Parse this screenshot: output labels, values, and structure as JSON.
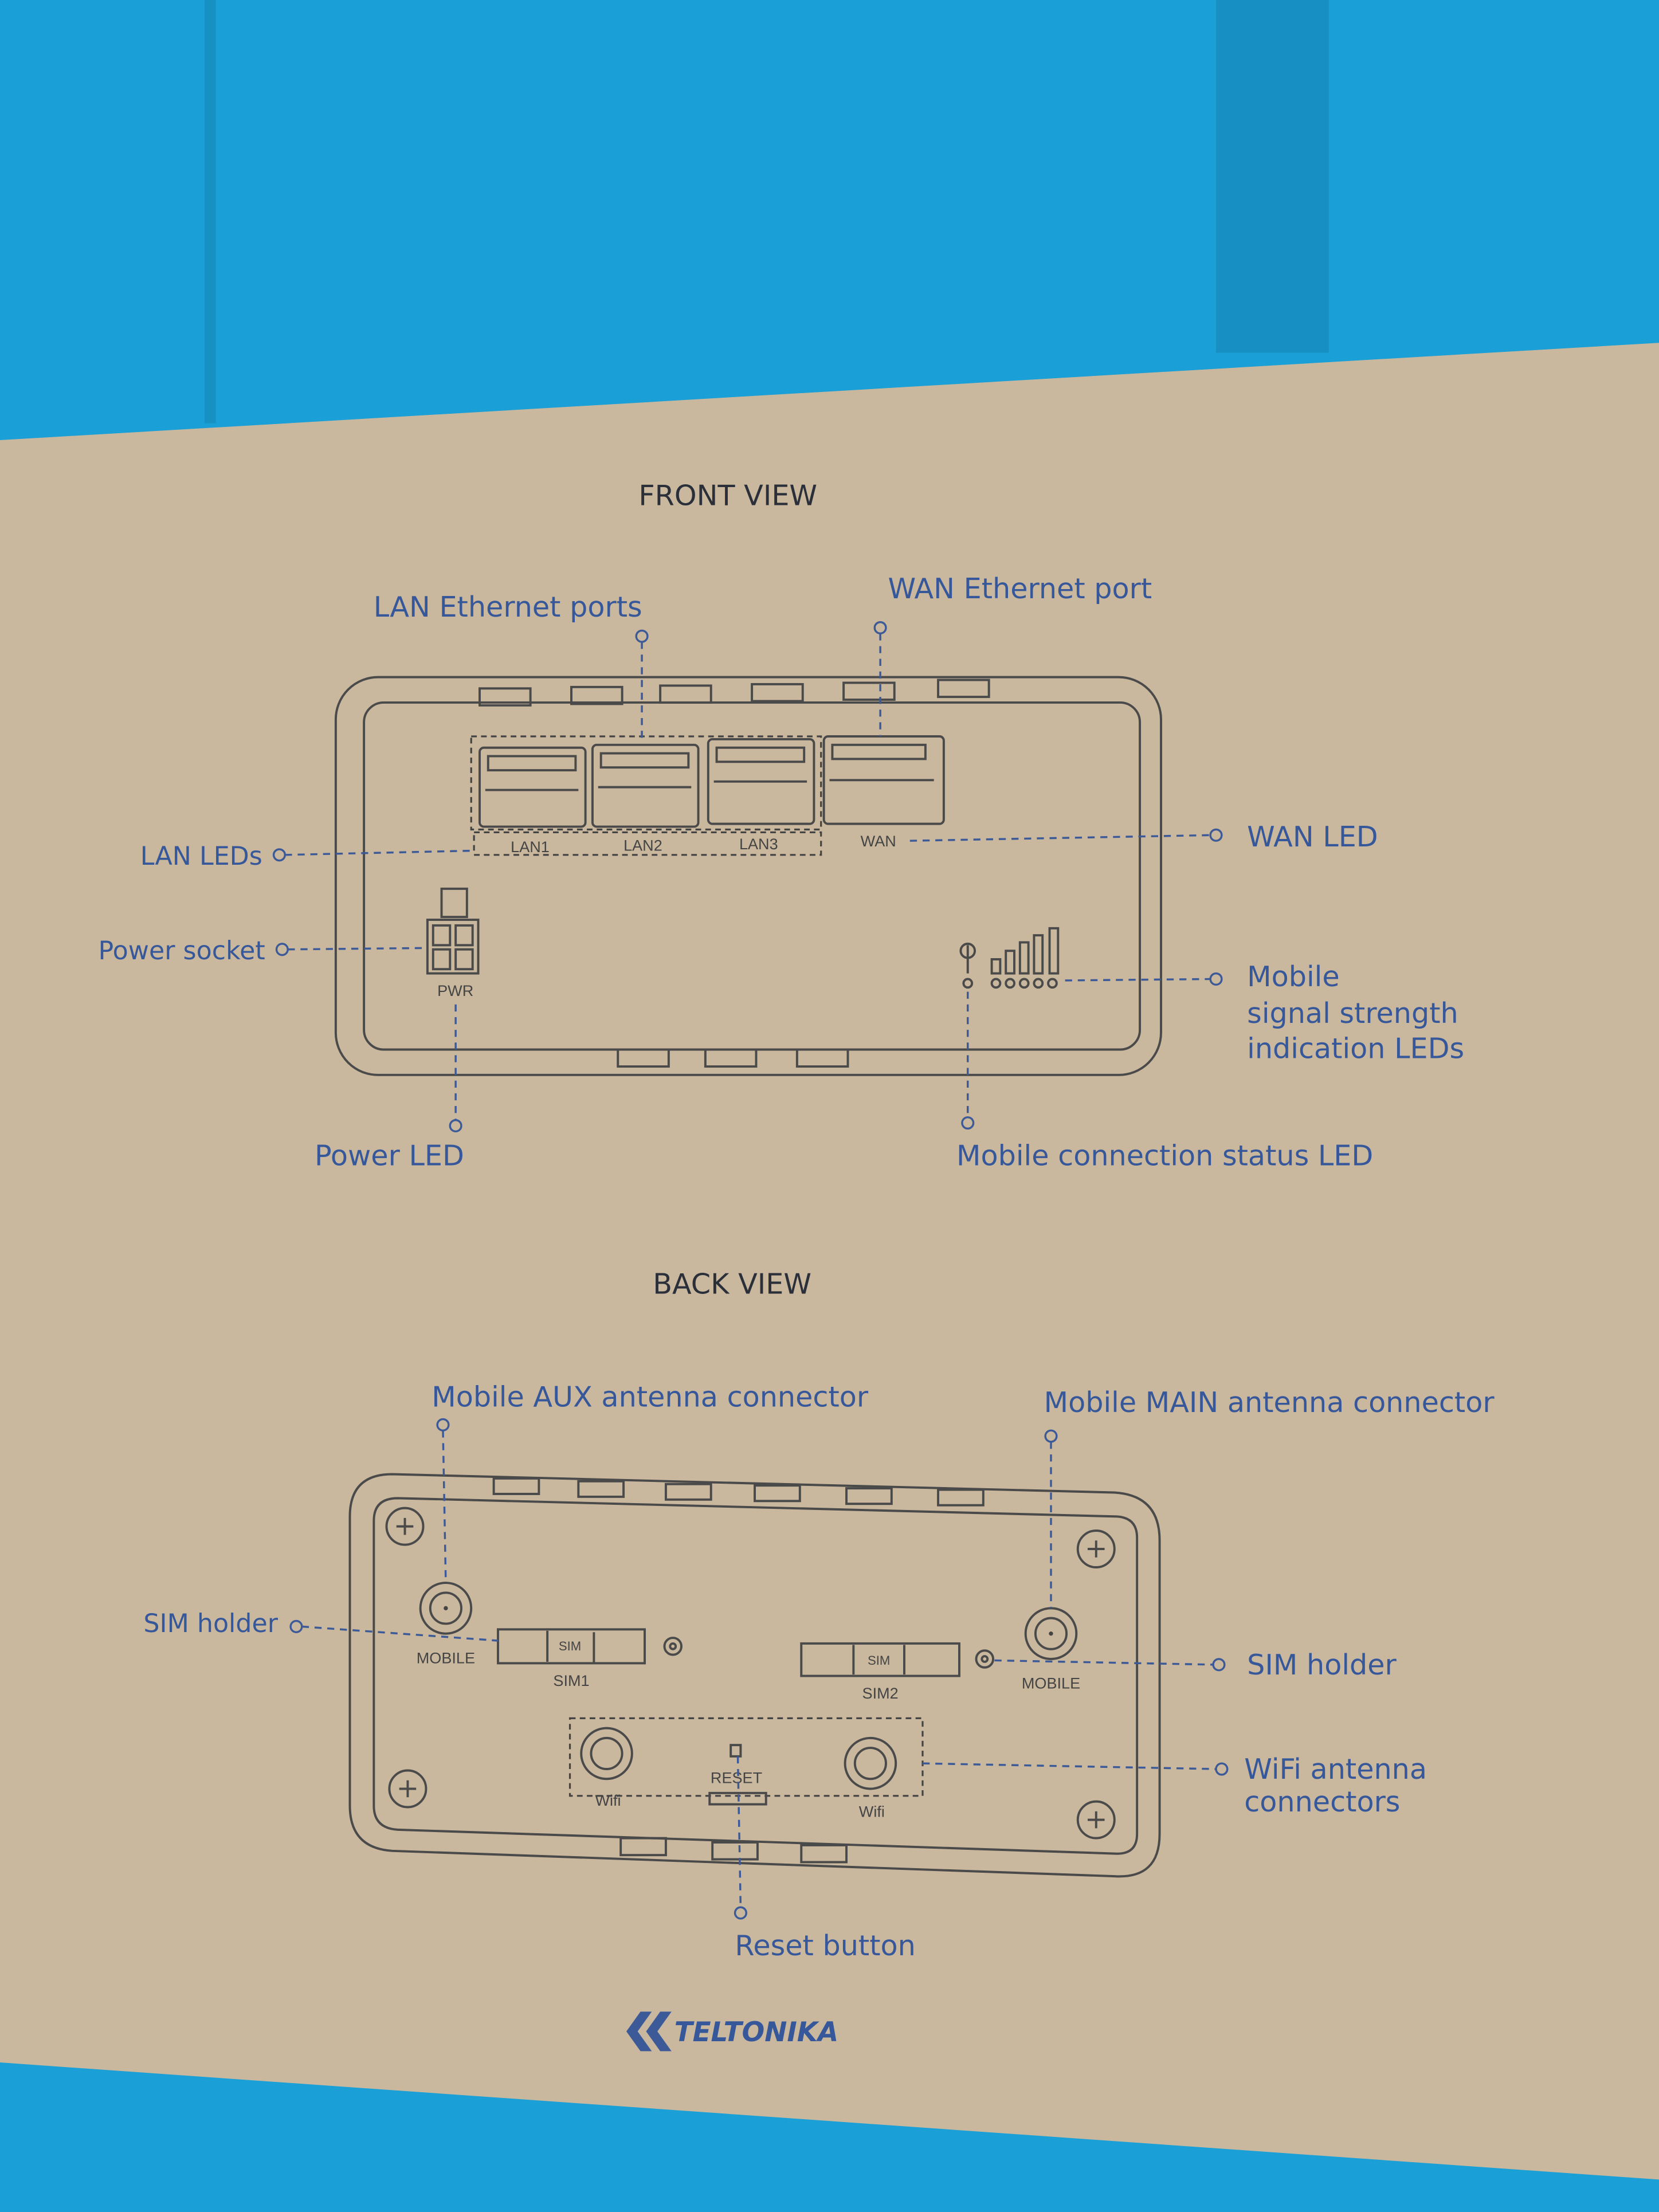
{
  "front_view": {
    "title": "FRONT VIEW",
    "labels": {
      "lan_ports": "LAN Ethernet ports",
      "wan_port": "WAN Ethernet port",
      "lan_leds": "LAN LEDs",
      "power_socket": "Power socket",
      "wan_led": "WAN LED",
      "mobile_signal": [
        "Mobile",
        "signal strength",
        "indication LEDs"
      ],
      "power_led": "Power LED",
      "mobile_status": "Mobile connection status LED"
    },
    "device_marks": {
      "lan1": "LAN1",
      "lan2": "LAN2",
      "lan3": "LAN3",
      "wan": "WAN",
      "pwr": "PWR"
    }
  },
  "back_view": {
    "title": "BACK VIEW",
    "labels": {
      "aux_antenna": "Mobile AUX antenna connector",
      "main_antenna": "Mobile MAIN antenna connector",
      "sim_holder_left": "SIM holder",
      "sim_holder_right": "SIM holder",
      "wifi_antenna": [
        "WiFi antenna",
        "connectors"
      ],
      "reset_button": "Reset button"
    },
    "device_marks": {
      "mobile_left": "MOBILE",
      "mobile_right": "MOBILE",
      "sim_slot": "SIM",
      "sim1": "SIM1",
      "sim2": "SIM2",
      "wifi": "Wifi",
      "reset": "RESET"
    }
  },
  "brand": "TELTONIKA",
  "colors": {
    "background_blue": "#1a9fd6",
    "cardboard": "#c9b89e",
    "label_blue": "#36579a",
    "line_gray": "#4a4a4a"
  }
}
